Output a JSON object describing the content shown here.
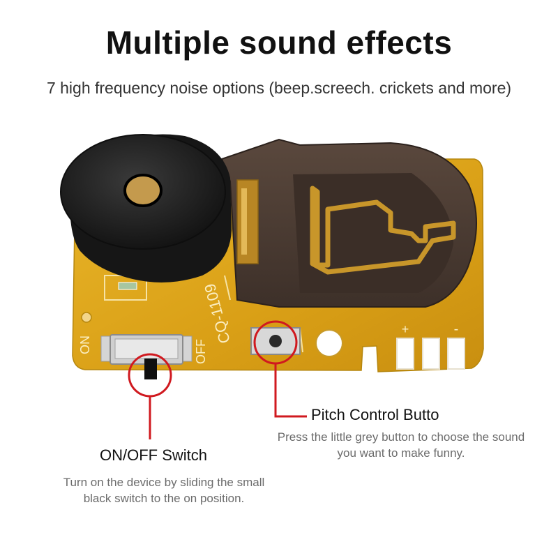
{
  "header": {
    "title": "Multiple sound effects",
    "subtitle": "7 high frequency noise options (beep.screech. crickets and more)"
  },
  "board": {
    "silkscreen_on": "ON",
    "silkscreen_off": "OFF",
    "silkscreen_model": "CQ-1109",
    "silkscreen_plus": "+",
    "silkscreen_minus": "-"
  },
  "callouts": {
    "pitch_button": {
      "title": "Pitch Control Butto",
      "description": "Press the little grey button to choose the sound you want to make funny."
    },
    "switch": {
      "title": "ON/OFF Switch",
      "description": "Turn on the device by sliding the small black switch to the on position."
    }
  },
  "colors": {
    "pcb": "#e0a81c",
    "callout_line": "#d0191f",
    "battery_holder": "#4a3b32",
    "buzzer": "#1c1c1c",
    "gold_contact": "#c8962a"
  }
}
